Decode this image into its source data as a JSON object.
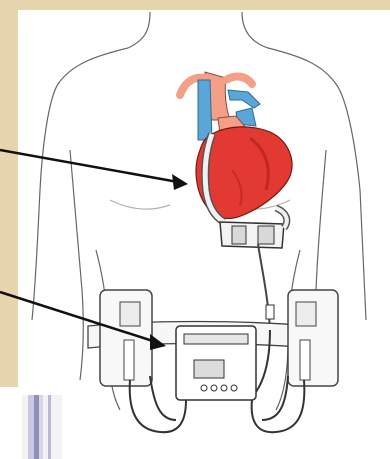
{
  "figure": {
    "background_color": "#e7d6ad",
    "panel_color": "#ffffff",
    "outline_color": "#555555",
    "arrow_color": "#111111",
    "parts": {
      "torso": "torso-outline",
      "heart": "heart-icon",
      "aorta": "aorta-icon",
      "pump": "implanted-pump-icon",
      "driveline": "driveline-cable",
      "controller": "controller-unit",
      "battery_left": "battery-left",
      "battery_right": "battery-right",
      "belt": "belt"
    },
    "colors": {
      "heart": "#e23a32",
      "heart_dark": "#b5201c",
      "aorta": "#f4a088",
      "vessel_blue": "#5aa6d8"
    }
  }
}
